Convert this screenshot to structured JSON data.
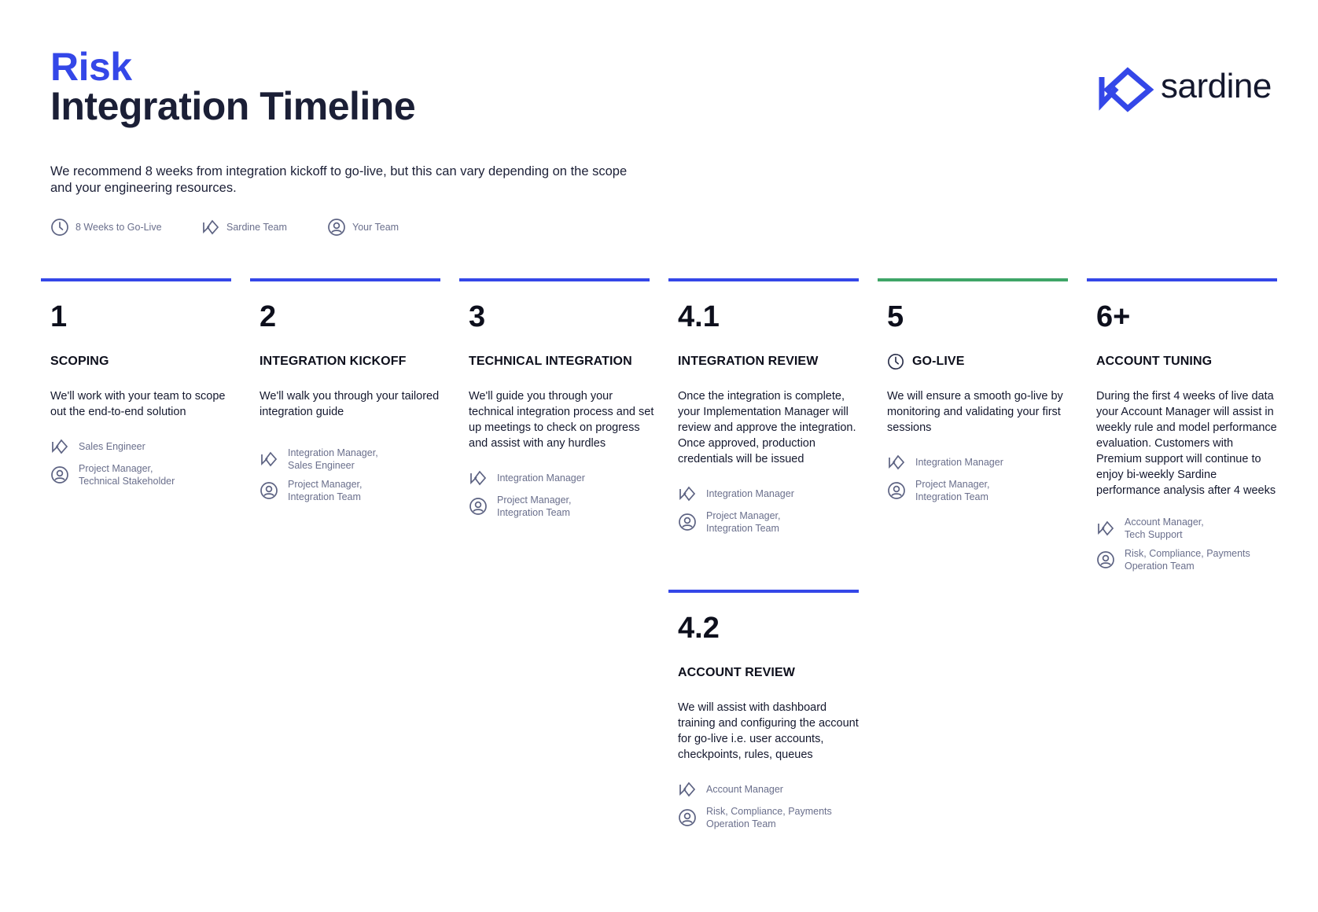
{
  "header": {
    "eyebrow": "Risk",
    "title": "Integration Timeline",
    "logo_text": "sardine",
    "intro": "We recommend 8 weeks from integration kickoff to go-live, but this can vary depending on the scope and your engineering resources."
  },
  "legend": {
    "duration": "8 Weeks to Go-Live",
    "sardine_team": "Sardine Team",
    "your_team": "Your Team"
  },
  "colors": {
    "accent": "#3447e8",
    "go_live": "#3ea567",
    "muted_text": "#6a6f8c"
  },
  "phases": [
    {
      "number": "1",
      "title": "SCOPING",
      "description": "We'll work with your team to scope out the end-to-end solution",
      "sardine_team": [
        "Sales Engineer"
      ],
      "your_team": [
        "Project Manager,",
        "Technical Stakeholder"
      ]
    },
    {
      "number": "2",
      "title": "INTEGRATION KICKOFF",
      "description": "We'll walk you through your tailored integration guide",
      "sardine_team": [
        "Integration Manager,",
        "Sales Engineer"
      ],
      "your_team": [
        "Project Manager,",
        "Integration Team"
      ]
    },
    {
      "number": "3",
      "title": "TECHNICAL INTEGRATION",
      "description": "We'll guide you through your technical integration process and set up meetings to check on progress and assist with any hurdles",
      "sardine_team": [
        "Integration Manager"
      ],
      "your_team": [
        "Project Manager,",
        "Integration Team"
      ]
    },
    {
      "number": "4.1",
      "title": "INTEGRATION REVIEW",
      "description": "Once the integration is complete, your Implementation Manager will review and approve the integration. Once approved, production credentials will be issued",
      "sardine_team": [
        "Integration Manager"
      ],
      "your_team": [
        "Project Manager,",
        "Integration Team"
      ]
    },
    {
      "number": "4.2",
      "title": "ACCOUNT REVIEW",
      "description": "We will assist with dashboard training and configuring the account for go-live i.e. user accounts, checkpoints, rules, queues",
      "sardine_team": [
        "Account Manager"
      ],
      "your_team": [
        "Risk, Compliance, Payments",
        "Operation Team"
      ]
    },
    {
      "number": "5",
      "title": "GO-LIVE",
      "title_icon": "clock-icon",
      "description": "We will ensure a smooth go-live by monitoring and validating your first sessions",
      "sardine_team": [
        "Integration Manager"
      ],
      "your_team": [
        "Project Manager,",
        "Integration Team"
      ]
    },
    {
      "number": "6+",
      "title": "ACCOUNT TUNING",
      "description": "During the first 4 weeks of live data your Account Manager will assist in weekly rule and model performance evaluation. Customers with Premium support will continue to enjoy bi-weekly Sardine performance analysis after 4 weeks",
      "sardine_team": [
        "Account Manager,",
        "Tech Support"
      ],
      "your_team": [
        "Risk, Compliance, Payments",
        "Operation Team"
      ]
    }
  ]
}
